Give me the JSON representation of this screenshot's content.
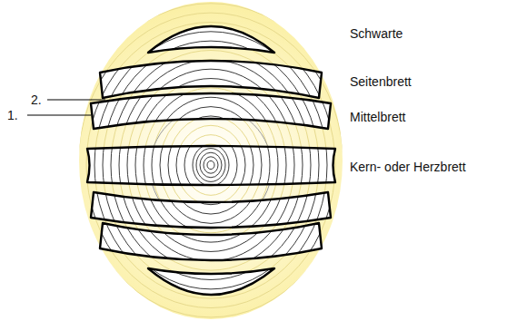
{
  "diagram": {
    "labels": [
      "Schwarte",
      "Seitenbrett",
      "Mittelbrett",
      "Kern- oder Herzbrett",
      "2.",
      "1."
    ]
  }
}
